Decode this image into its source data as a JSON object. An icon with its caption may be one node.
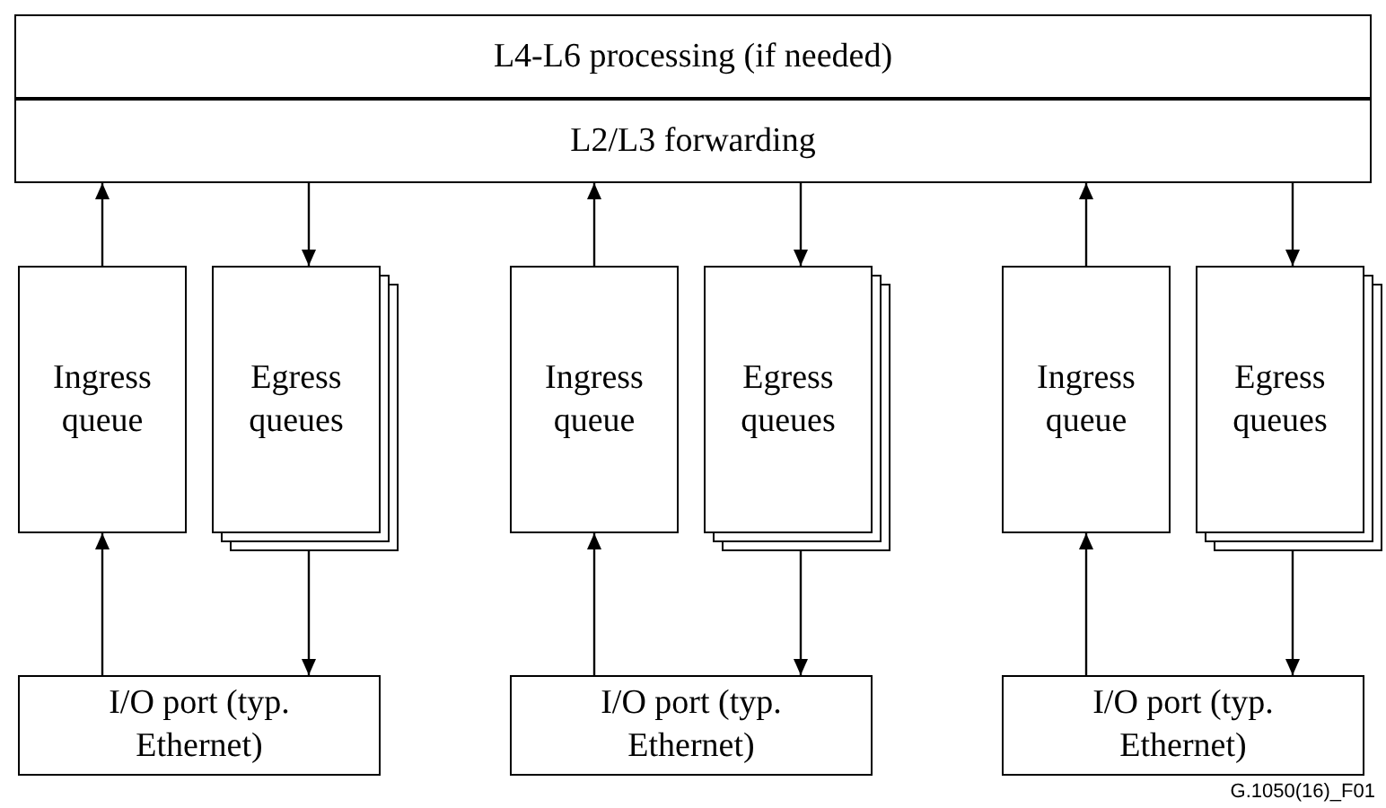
{
  "diagram": {
    "nodes": [
      {
        "text": [
          "L4-L6 processing (if needed)"
        ]
      },
      {
        "text": [
          "L2/L3 forwarding"
        ]
      },
      {
        "text": [
          "Ingress queue"
        ]
      },
      {
        "text": [
          "Egress queues"
        ]
      },
      {
        "text": [
          "I/O port (typ. Ethernet)"
        ]
      },
      {
        "text": [
          "Ingress queue"
        ]
      },
      {
        "text": [
          "Egress queues"
        ]
      },
      {
        "text": [
          "I/O port (typ. Ethernet)"
        ]
      },
      {
        "text": [
          "Ingress queue"
        ]
      },
      {
        "text": [
          "Egress queues"
        ]
      },
      {
        "text": [
          "I/O port (typ. Ethernet)"
        ]
      }
    ],
    "edges": [
      {
        "from": 4,
        "to": 2,
        "arrow": "to"
      },
      {
        "from": 2,
        "to": 1,
        "arrow": "to"
      },
      {
        "from": 1,
        "to": 3,
        "arrow": "to"
      },
      {
        "from": 3,
        "to": 4,
        "arrow": "to"
      },
      {
        "from": 7,
        "to": 5,
        "arrow": "to"
      },
      {
        "from": 5,
        "to": 1,
        "arrow": "to"
      },
      {
        "from": 1,
        "to": 6,
        "arrow": "to"
      },
      {
        "from": 6,
        "to": 7,
        "arrow": "to"
      },
      {
        "from": 10,
        "to": 8,
        "arrow": "to"
      },
      {
        "from": 8,
        "to": 1,
        "arrow": "to"
      },
      {
        "from": 1,
        "to": 9,
        "arrow": "to"
      },
      {
        "from": 9,
        "to": 10,
        "arrow": "to"
      }
    ],
    "labels": [
      "G.1050(16)_F01"
    ]
  }
}
